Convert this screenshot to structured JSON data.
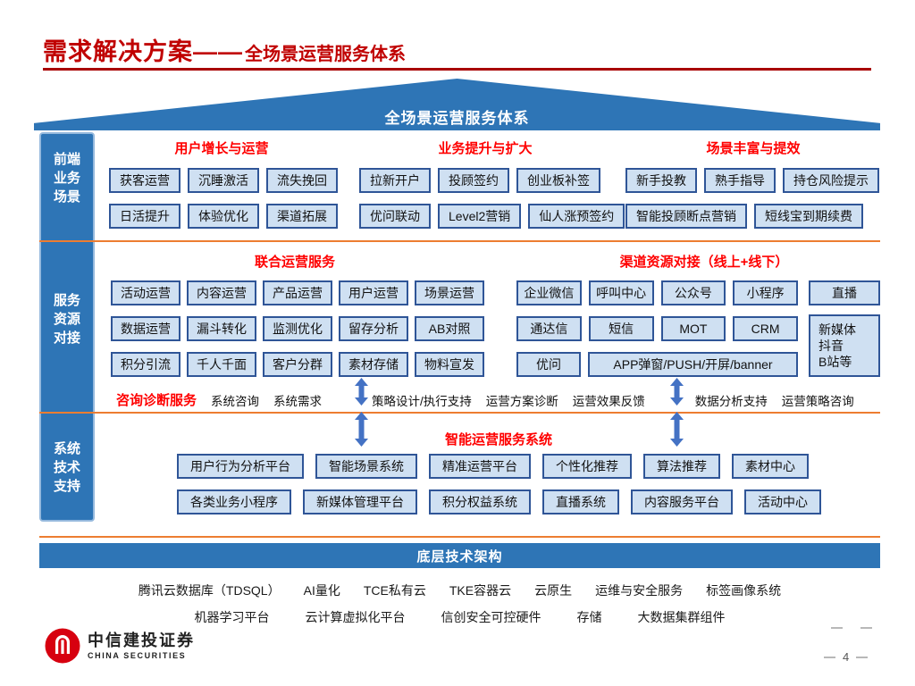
{
  "title": {
    "main": "需求解决方案——",
    "sub": "全场景运营服务体系"
  },
  "roof": {
    "label": "全场景运营服务体系"
  },
  "sidebar": {
    "labels": [
      "前端\n业务\n场景",
      "服务\n资源\n对接",
      "系统\n技术\n支持"
    ]
  },
  "frontend": {
    "header1": "用户增长与运营",
    "header2": "业务提升与扩大",
    "header3": "场景丰富与提效",
    "g1r1": [
      "获客运营",
      "沉睡激活",
      "流失挽回"
    ],
    "g1r2": [
      "日活提升",
      "体验优化",
      "渠道拓展"
    ],
    "g2r1": [
      "拉新开户",
      "投顾签约",
      "创业板补签"
    ],
    "g2r2": [
      "优问联动",
      "Level2营销",
      "仙人涨预签约"
    ],
    "g3r1": [
      "新手投教",
      "熟手指导",
      "持仓风险提示"
    ],
    "g3r2": [
      "智能投顾断点营销",
      "短线宝到期续费"
    ]
  },
  "joint": {
    "header": "联合运营服务",
    "r1": [
      "活动运营",
      "内容运营",
      "产品运营",
      "用户运营",
      "场景运营"
    ],
    "r2": [
      "数据运营",
      "漏斗转化",
      "监测优化",
      "留存分析",
      "AB对照"
    ],
    "r3": [
      "积分引流",
      "千人千面",
      "客户分群",
      "素材存储",
      "物料宣发"
    ]
  },
  "channels": {
    "header": "渠道资源对接（线上+线下）",
    "r1": [
      "企业微信",
      "呼叫中心",
      "公众号",
      "小程序"
    ],
    "live": "直播",
    "r2": [
      "通达信",
      "短信",
      "MOT",
      "CRM"
    ],
    "youwen": "优问",
    "wide": "APP弹窗/PUSH/开屏/banner",
    "tall": "新媒体\n抖音\nB站等"
  },
  "consult": {
    "label": "咨询诊断服务",
    "left": [
      "系统咨询",
      "系统需求"
    ],
    "mid": [
      "策略设计/执行支持",
      "运营方案诊断",
      "运营效果反馈"
    ],
    "right": [
      "数据分析支持",
      "运营策略咨询"
    ]
  },
  "system": {
    "header": "智能运营服务系统",
    "r1": [
      "用户行为分析平台",
      "智能场景系统",
      "精准运营平台",
      "个性化推荐",
      "算法推荐",
      "素材中心"
    ],
    "r2": [
      "各类业务小程序",
      "新媒体管理平台",
      "积分权益系统",
      "直播系统",
      "内容服务平台",
      "活动中心"
    ]
  },
  "base": {
    "bar": "底层技术架构",
    "line1": [
      "腾讯云数据库（TDSQL）",
      "AI量化",
      "TCE私有云",
      "TKE容器云",
      "云原生",
      "运维与安全服务",
      "标签画像系统"
    ],
    "line2": [
      "机器学习平台",
      "云计算虚拟化平台",
      "信创安全可控硬件",
      "存储",
      "大数据集群组件"
    ]
  },
  "footer": {
    "company_cn": "中信建投证券",
    "company_en": "CHINA SECURITIES",
    "page_number": "4"
  },
  "colors": {
    "accent_blue": "#2e75b6",
    "box_fill": "#cfe0f2",
    "box_border": "#2f5597",
    "divider_orange": "#ed7d31",
    "header_red": "#ff0000",
    "title_red": "#c00000",
    "arrow_blue": "#4472c4",
    "logo_red": "#d7000f"
  }
}
